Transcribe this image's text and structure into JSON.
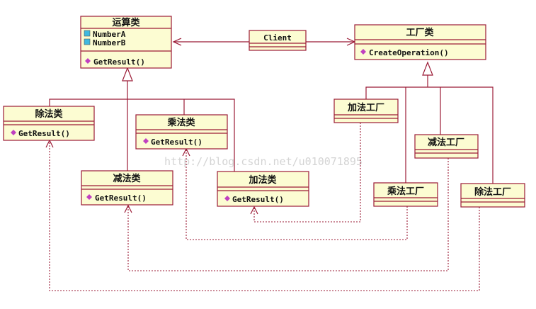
{
  "watermark": "http://blog.csdn.net/u010071895",
  "classes": {
    "operation": {
      "title": "运算类",
      "attr1": "NumberA",
      "attr2": "NumberB",
      "method": "GetResult()"
    },
    "client": {
      "title": "Client"
    },
    "factory": {
      "title": "工厂类",
      "method": "CreateOperation()"
    },
    "div": {
      "title": "除法类",
      "method": "GetResult()"
    },
    "mul": {
      "title": "乘法类",
      "method": "GetResult()"
    },
    "sub": {
      "title": "减法类",
      "method": "GetResult()"
    },
    "add": {
      "title": "加法类",
      "method": "GetResult()"
    },
    "add_factory": {
      "title": "加法工厂"
    },
    "sub_factory": {
      "title": "减法工厂"
    },
    "mul_factory": {
      "title": "乘法工厂"
    },
    "div_factory": {
      "title": "除法工厂"
    }
  },
  "colors": {
    "border": "#9b1b36",
    "fill": "#fcfcd2",
    "method_icon": "#c040c0",
    "attr_icon": "#40b8e0"
  },
  "icons": {
    "attribute": "field-icon",
    "method": "method-diamond-icon"
  }
}
